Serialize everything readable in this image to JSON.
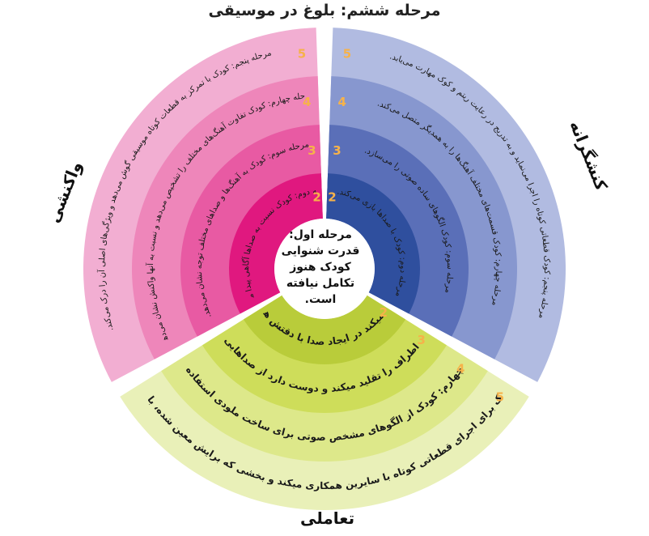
{
  "title": "مرحله ششم: بلوغ در موسیقی",
  "center_text": "مرحله اول: قدرت شنوایی کودک هنوز تکامل نیافته است.",
  "sectors": {
    "left": {
      "name": "واکنشی",
      "stages": [
        {
          "num": "2",
          "text": "مرحله دوم: کودک نسبت به صداها آگاهی پیدا می‌کند."
        },
        {
          "num": "3",
          "text": "مرحله سوم: کودک به آهنگ‌ها و صداهای مختلف توجه نشان می‌دهد."
        },
        {
          "num": "4",
          "text": "مرحله چهارم: کودک تفاوت آهنگ‌های مختلف را تشخیص می‌دهد و نسبت به آنها واکنش نشان می‌دهد."
        },
        {
          "num": "5",
          "text": "مرحله پنجم: کودک با تمرکز به قطعات کوتاه موسیقی گوش می‌دهد و ویژگی‌های اصلی آن را درک می‌کند."
        }
      ]
    },
    "right": {
      "name": "کنشگرانه",
      "stages": [
        {
          "num": "2",
          "text": "مرحله دوم: کودک با صداها بازی می‌کند."
        },
        {
          "num": "3",
          "text": "مرحله سوم: کودک الگوهای ساده صوتی را می‌سازد."
        },
        {
          "num": "4",
          "text": "مرحله چهارم: کودک قسمت‌های مختلف آهنگ‌ها را به همدیگر متصل می‌کند."
        },
        {
          "num": "5",
          "text": "مرحله پنجم: کودک قطعاتی کوتاه را اجرا می‌نماید و به تدریج در رعایت ریتم و کوک مهارت می‌یابد."
        }
      ]
    },
    "bottom": {
      "name": "تعاملی",
      "stages": [
        {
          "num": "2",
          "text": "مرحله دوم: کودک تلاش میکند در ایجاد صدا با دقتش همراه سایرین پیش برود."
        },
        {
          "num": "3",
          "text": "مرحله سوم: کودک صداهای اطراف را تقلید میکند و دوست دارد از صداهایی که ایجاد میکند تقلید شود."
        },
        {
          "num": "4",
          "text": "مرحله چهارم: کودک از الگوهای مشخص صوتی برای ساخت ملودی استفاده میکند."
        },
        {
          "num": "5",
          "text": "مرحله پنجم: کودک برای اجرای قطعاتی کوتاه با سایرین همکاری میکند و بخشی که برایش معین شده، با دقت اجرا میکند."
        }
      ]
    }
  },
  "colors": {
    "left": [
      "#e0187f",
      "#e85aa3",
      "#ee86ba",
      "#f2aed2"
    ],
    "right": [
      "#2f4f9e",
      "#5a6fb8",
      "#8797cf",
      "#b1bbe1"
    ],
    "bottom": [
      "#b9cc3a",
      "#cedd5a",
      "#dde88a",
      "#e9f0b8"
    ],
    "number": "#f6b24a"
  }
}
